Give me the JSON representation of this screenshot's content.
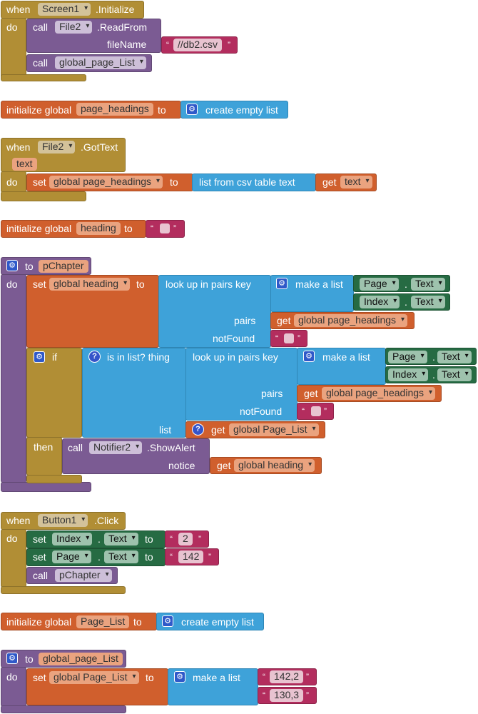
{
  "kw": {
    "when": "when",
    "do": "do",
    "call": "call",
    "set": "set",
    "to": "to",
    "get": "get",
    "if": "if",
    "then": "then",
    "init_global": "initialize global",
    "dot": "."
  },
  "b1": {
    "component": "Screen1",
    "event": ".Initialize",
    "file_component": "File2",
    "read_method": ".ReadFrom",
    "param_label": "fileName",
    "param_value": "//db2.csv",
    "proc": "global_page_List"
  },
  "b2": {
    "var": "page_headings",
    "value": "create empty list"
  },
  "b3": {
    "component": "File2",
    "event": ".GotText",
    "param": "text",
    "setter": "global page_headings",
    "func": "list from csv table  text",
    "getter": "text"
  },
  "b4": {
    "var": "heading"
  },
  "b5": {
    "proc": "pChapter",
    "setter": "global heading",
    "lookup": "look up in pairs  key",
    "make_list": "make a list",
    "page": "Page",
    "index": "Index",
    "text_prop": "Text",
    "pairs": "pairs",
    "not_found": "notFound",
    "headings_getter": "global page_headings",
    "is_in_list": "is in list? thing",
    "list_label": "list",
    "pagelist_getter": "global Page_List",
    "notifier": "Notifier2",
    "show_alert": ".ShowAlert",
    "notice": "notice",
    "heading_getter": "global heading"
  },
  "b6": {
    "component": "Button1",
    "event": ".Click",
    "index": "Index",
    "page": "Page",
    "text_prop": "Text",
    "index_value": "2",
    "page_value": "142",
    "proc": "pChapter"
  },
  "b7": {
    "var": "Page_List",
    "value": "create empty list"
  },
  "b8": {
    "proc": "global_page_List",
    "setter": "global Page_List",
    "make_list": "make a list",
    "item1": "142,2",
    "item2": "130,3"
  },
  "colors": {
    "control": "#b18e35",
    "procedure": "#7b5b93",
    "variable": "#d05f2d",
    "list": "#3ea2d9",
    "text": "#b32d5e",
    "component": "#266b43",
    "mutator": "#2f59c9"
  },
  "icons": {
    "mutator": "gear-icon",
    "help": "question-icon"
  }
}
